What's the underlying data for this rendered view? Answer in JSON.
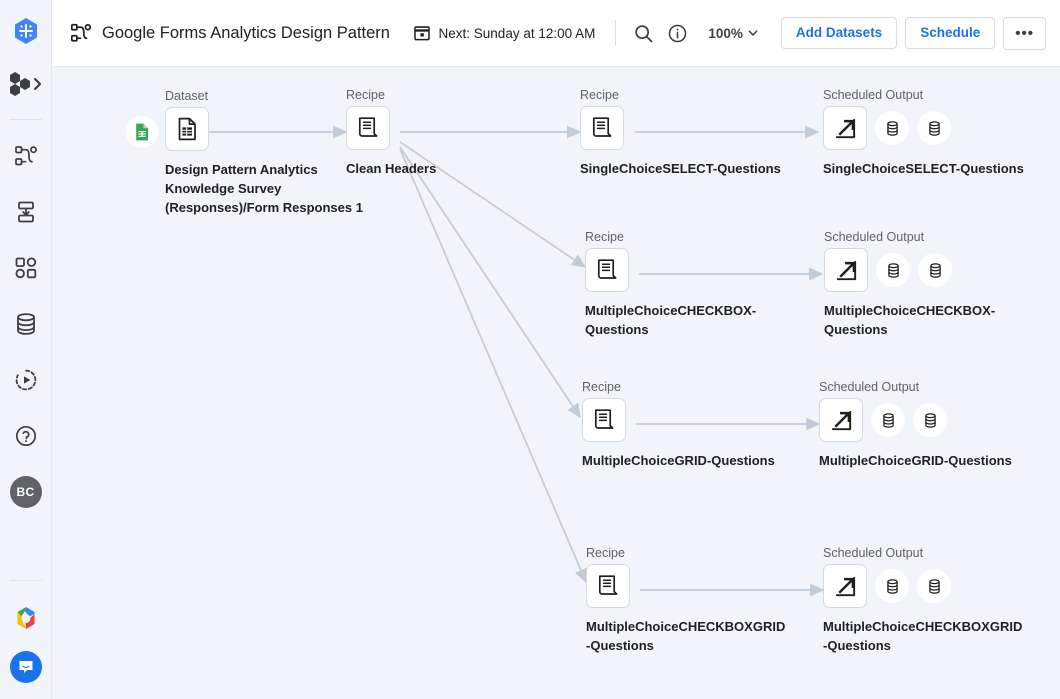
{
  "rail": {
    "logo_icon": "cloud-dataprep-logo",
    "project_switcher_icon": "project-switcher-icon",
    "project_switcher_chevron": "chevron-right-icon",
    "items": [
      {
        "name": "flows",
        "icon": "flow-graph-icon"
      },
      {
        "name": "jobs",
        "icon": "job-run-icon"
      },
      {
        "name": "plans",
        "icon": "plans-grid-icon"
      },
      {
        "name": "library",
        "icon": "database-icon"
      },
      {
        "name": "scheduler",
        "icon": "play-history-icon"
      },
      {
        "name": "help",
        "icon": "help-circle-icon"
      }
    ],
    "avatar_initials": "BC",
    "google_cloud_icon": "google-cloud-logo",
    "chat_icon": "chat-bubble-icon"
  },
  "topbar": {
    "flow_icon": "flow-graph-icon",
    "title": "Google Forms Analytics Design Pattern",
    "calendar_icon": "calendar-icon",
    "schedule_text": "Next: Sunday at 12:00 AM",
    "search_icon": "search-icon",
    "info_icon": "info-circle-icon",
    "zoom_level": "100%",
    "zoom_chevron_icon": "chevron-down-icon",
    "add_datasets_label": "Add Datasets",
    "schedule_label": "Schedule",
    "more_label": "•••"
  },
  "canvas": {
    "type_dataset": "Dataset",
    "type_recipe": "Recipe",
    "type_output": "Scheduled Output",
    "source": {
      "type": "Dataset",
      "label": "Design Pattern Analytics Knowledge Survey (Responses)/Form Responses 1",
      "icon": "spreadsheet-file-icon",
      "badge_icon": "google-sheets-icon"
    },
    "clean": {
      "type": "Recipe",
      "label": "Clean Headers",
      "icon": "recipe-icon"
    },
    "branches": [
      {
        "recipe_type": "Recipe",
        "recipe_label": "SingleChoiceSELECT-Questions",
        "recipe_icon": "recipe-icon",
        "output_type": "Scheduled Output",
        "output_label": "SingleChoiceSELECT-Questions",
        "output_icon": "publish-arrow-icon",
        "dest1_icon": "database-icon",
        "dest2_icon": "database-icon"
      },
      {
        "recipe_type": "Recipe",
        "recipe_label": "MultipleChoiceCHECKBOX-Questions",
        "recipe_icon": "recipe-icon",
        "output_type": "Scheduled Output",
        "output_label": "MultipleChoiceCHECKBOX-Questions",
        "output_icon": "publish-arrow-icon",
        "dest1_icon": "database-icon",
        "dest2_icon": "database-icon"
      },
      {
        "recipe_type": "Recipe",
        "recipe_label": "MultipleChoiceGRID-Questions",
        "recipe_icon": "recipe-icon",
        "output_type": "Scheduled Output",
        "output_label": "MultipleChoiceGRID-Questions",
        "output_icon": "publish-arrow-icon",
        "dest1_icon": "database-icon",
        "dest2_icon": "database-icon"
      },
      {
        "recipe_type": "Recipe",
        "recipe_label": "MultipleChoiceCHECKBOXGRID-Questions",
        "recipe_icon": "recipe-icon",
        "output_type": "Scheduled Output",
        "output_label": "MultipleChoiceCHECKBOXGRID-Questions",
        "output_icon": "publish-arrow-icon",
        "dest1_icon": "database-icon",
        "dest2_icon": "database-icon"
      }
    ]
  },
  "colors": {
    "accent": "#1a73e8",
    "canvas_bg": "#f1f4f9",
    "edge": "#c2ccd9",
    "node_border": "#d3dae6",
    "text": "#202124",
    "muted": "#5f6368",
    "sheets_green": "#34a853"
  }
}
